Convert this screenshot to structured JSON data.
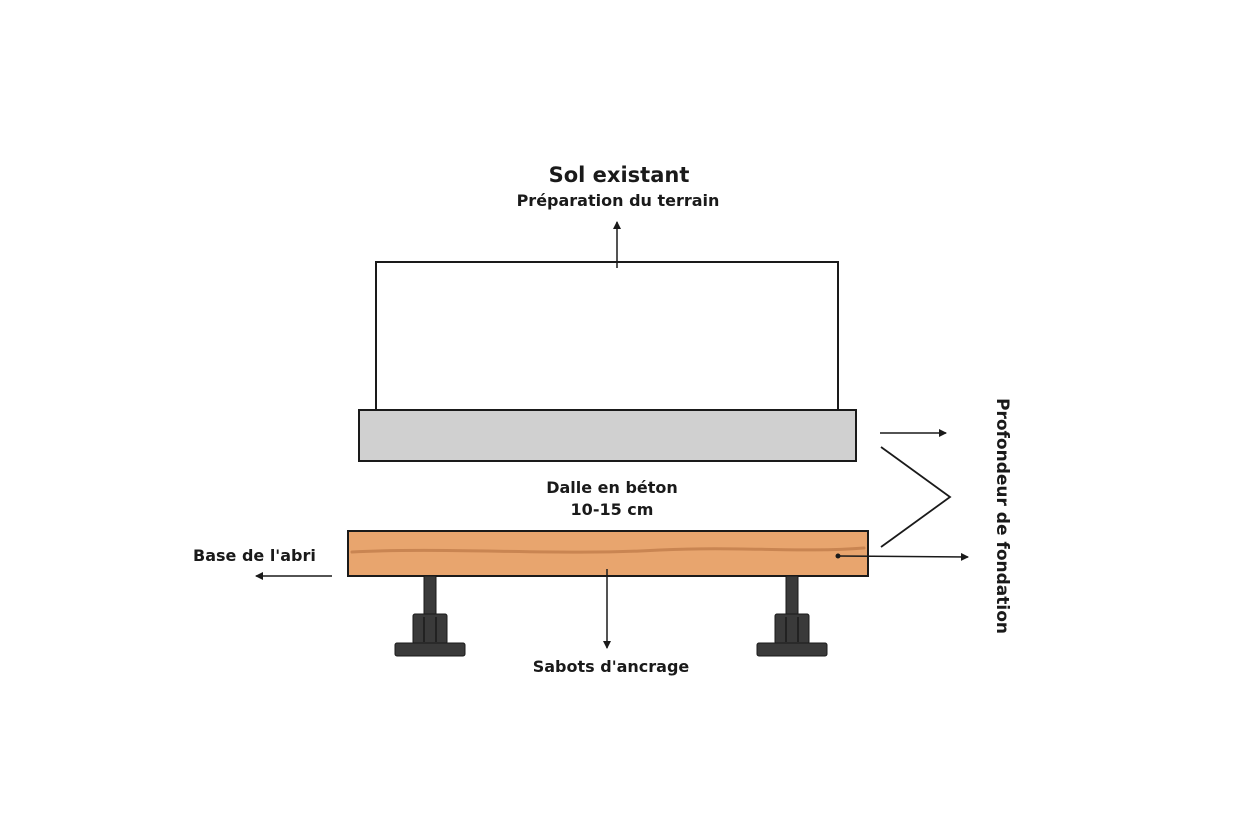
{
  "labels": {
    "sol_existant": "Sol existant",
    "preparation": "Préparation du terrain",
    "dalle_line1": "Dalle en béton",
    "dalle_line2": "10-15 cm",
    "base_abri": "Base de l'abri",
    "sabots": "Sabots d'ancrage",
    "profondeur": "Profondeur de fondation"
  },
  "colors": {
    "line": "#1a1a1a",
    "concrete": "#d0d0d0",
    "wood": "#e8a56e",
    "wood_grain": "#c98552",
    "anchor": "#3a3a3a"
  }
}
